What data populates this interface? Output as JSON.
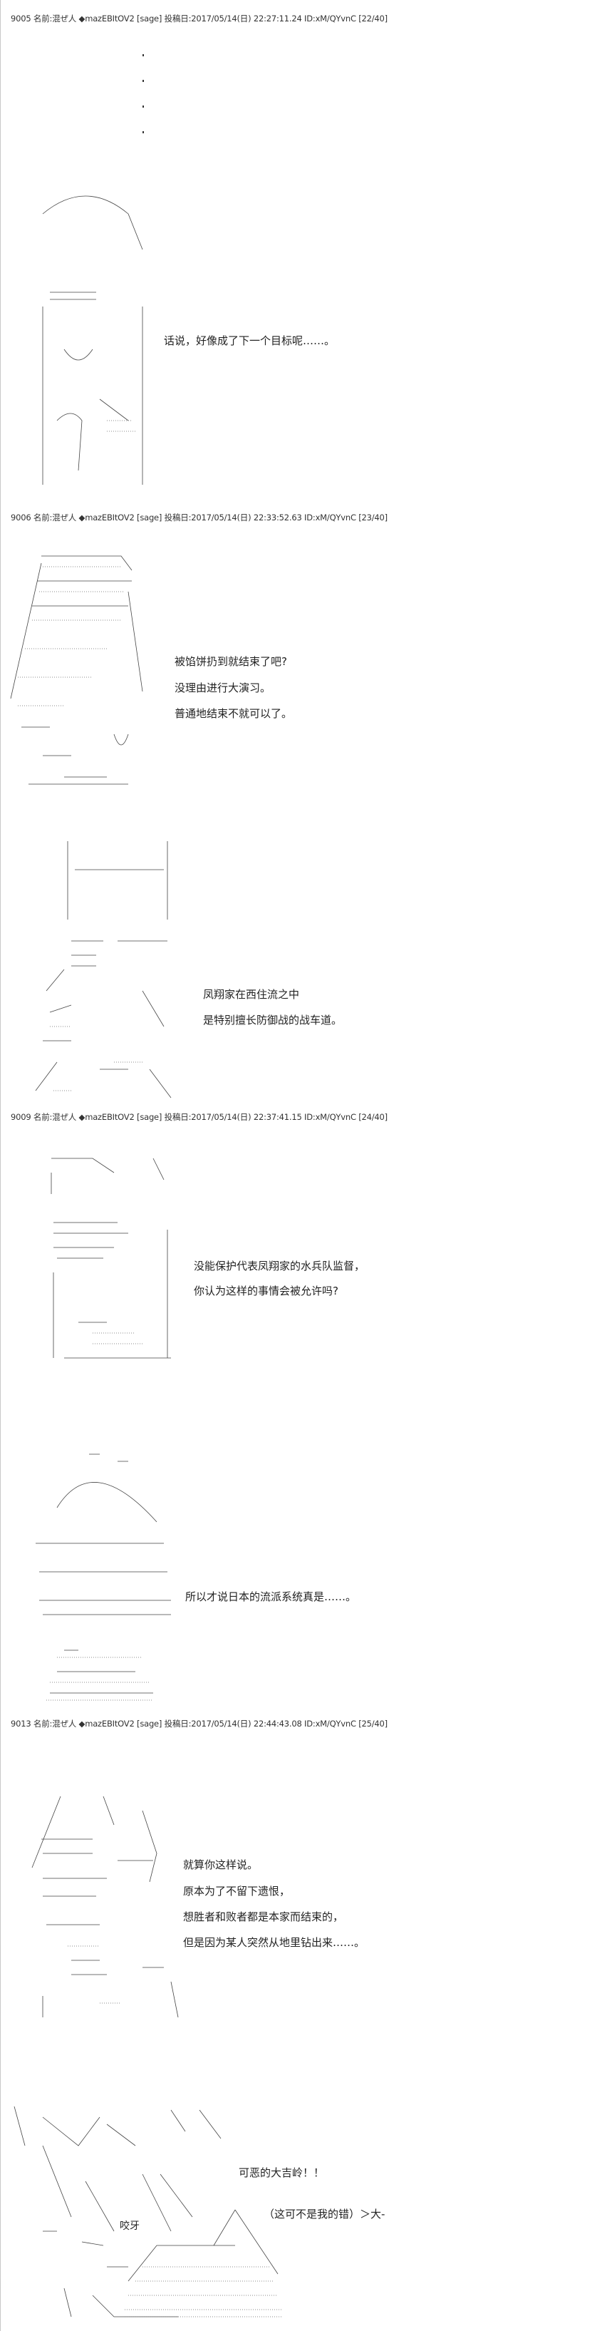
{
  "posts": [
    {
      "header": "9005 名前:混ぜ人 ◆mazEBItOV2 [sage] 投稿日:2017/05/14(日) 22:27:11.24 ID:xM/QYvnC [22/40]",
      "scenes": [
        {
          "lines": [
            "话说，好像成了下一个目标呢……。"
          ]
        }
      ]
    },
    {
      "header": "9006 名前:混ぜ人 ◆mazEBItOV2 [sage] 投稿日:2017/05/14(日) 22:33:52.63 ID:xM/QYvnC [23/40]",
      "scenes": [
        {
          "lines": [
            "被馅饼扔到就结束了吧?",
            "没理由进行大演习。",
            "普通地结束不就可以了。"
          ]
        },
        {
          "lines": [
            "凤翔家在西住流之中",
            "是特别擅长防御战的战车道。"
          ]
        }
      ]
    },
    {
      "header": "9009 名前:混ぜ人 ◆mazEBItOV2 [sage] 投稿日:2017/05/14(日) 22:37:41.15 ID:xM/QYvnC [24/40]",
      "scenes": [
        {
          "lines": [
            "没能保护代表凤翔家的水兵队监督，",
            "你认为这样的事情会被允许吗?"
          ]
        },
        {
          "lines": [
            "所以才说日本的流派系统真是……。"
          ]
        }
      ]
    },
    {
      "header": "9013 名前:混ぜ人 ◆mazEBItOV2 [sage] 投稿日:2017/05/14(日) 22:44:43.08 ID:xM/QYvnC [25/40]",
      "scenes": [
        {
          "lines": [
            "就算你这样说。",
            "原本为了不留下遗恨，",
            "想胜者和败者都是本家而结束的，",
            "但是因为某人突然从地里钻出来……。"
          ]
        },
        {
          "lines": [
            "可恶的大吉岭！！",
            "（这可不是我的错）＞大-"
          ],
          "aside": "咬牙"
        }
      ]
    }
  ]
}
